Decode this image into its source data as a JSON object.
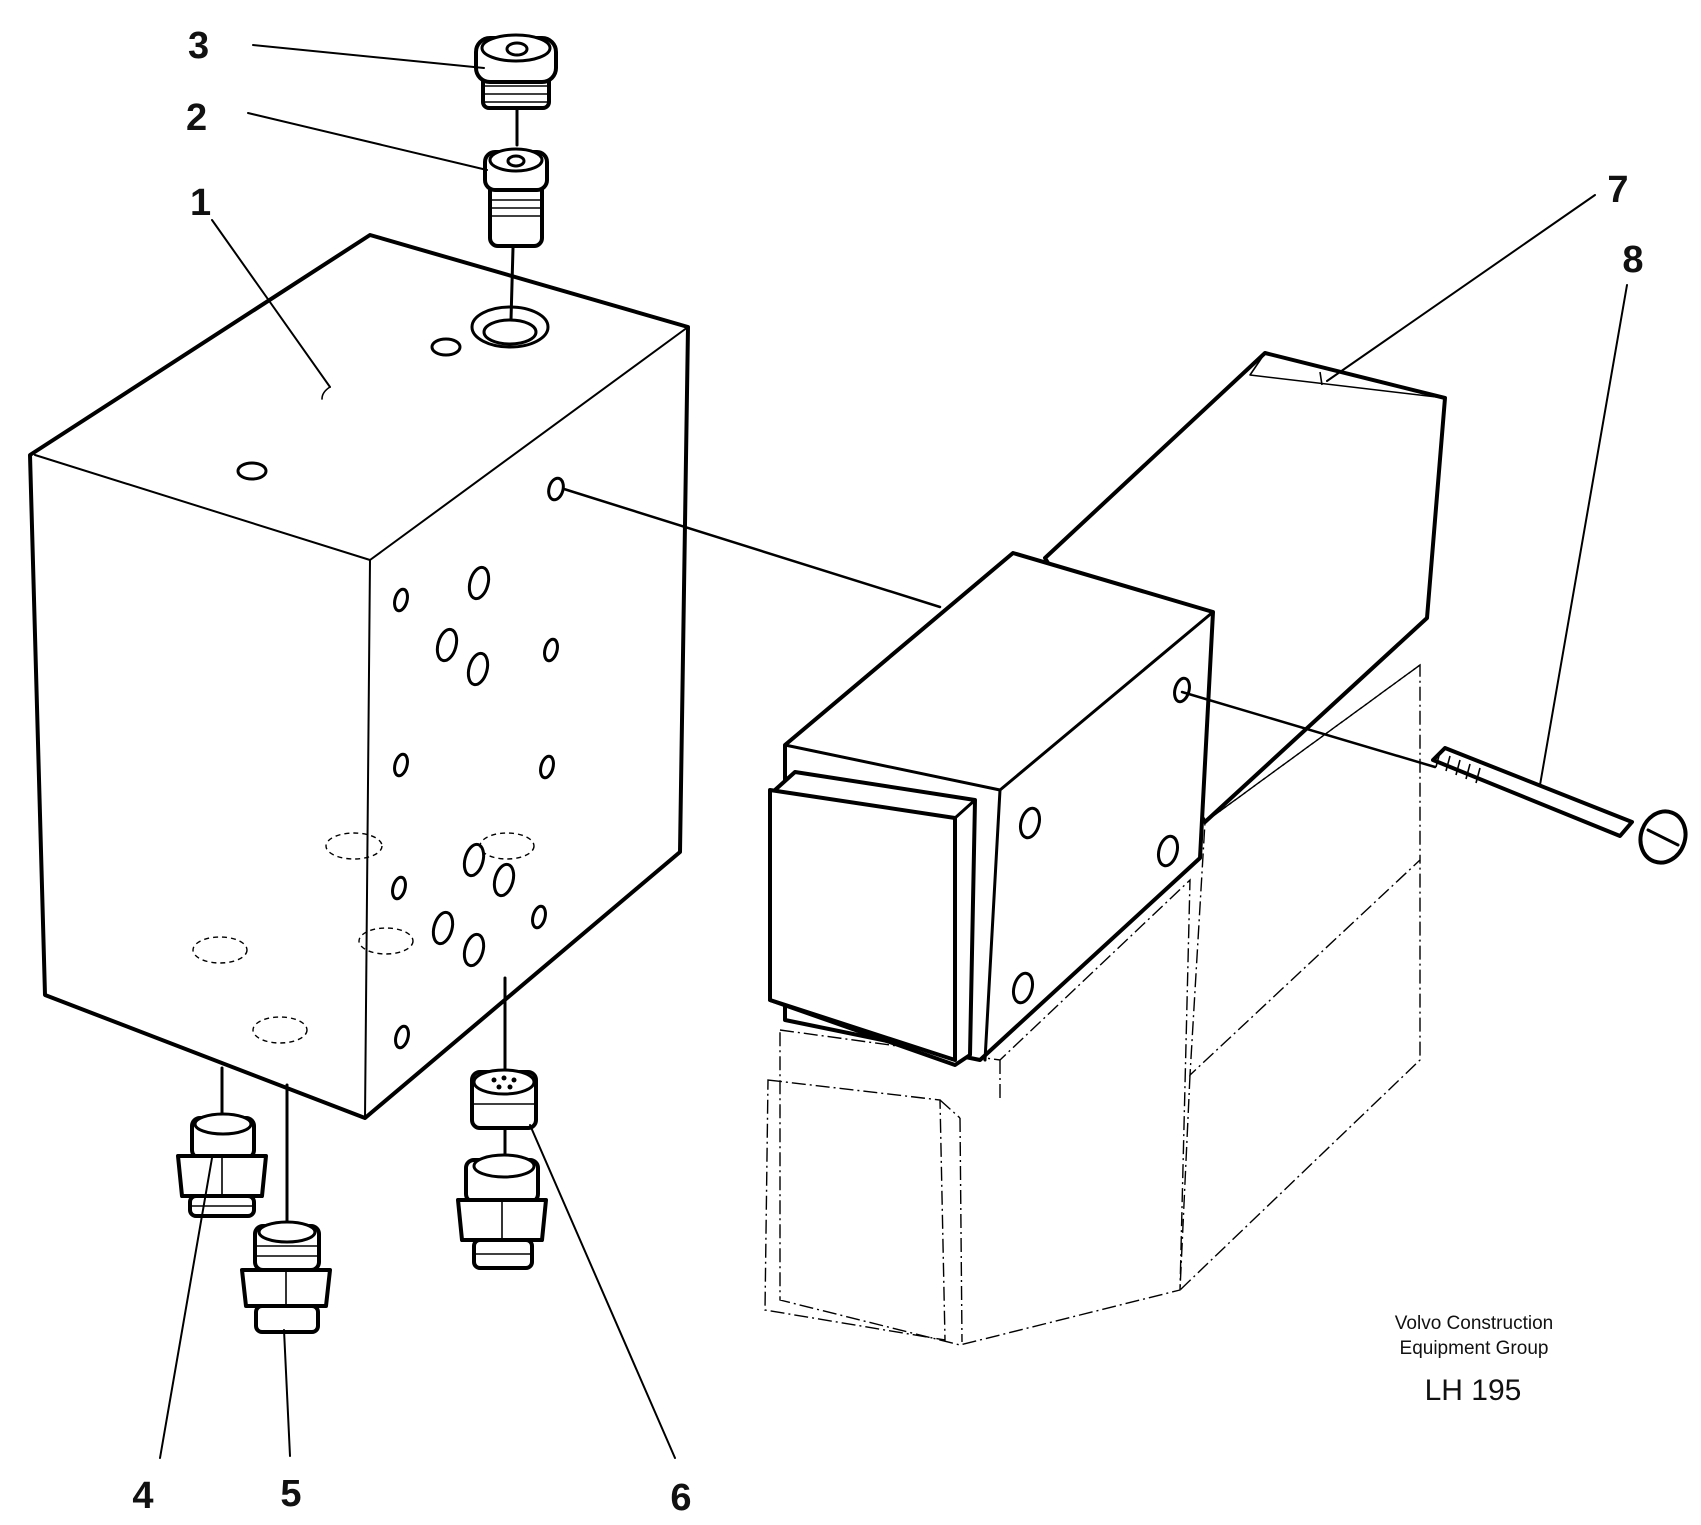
{
  "callouts": [
    {
      "id": "1",
      "label": "1"
    },
    {
      "id": "2",
      "label": "2"
    },
    {
      "id": "3",
      "label": "3"
    },
    {
      "id": "4",
      "label": "4"
    },
    {
      "id": "5",
      "label": "5"
    },
    {
      "id": "6",
      "label": "6"
    },
    {
      "id": "7",
      "label": "7"
    },
    {
      "id": "8",
      "label": "8"
    }
  ],
  "publisher": {
    "line1": "Volvo Construction",
    "line2": "Equipment Group",
    "code": "LH 195"
  }
}
